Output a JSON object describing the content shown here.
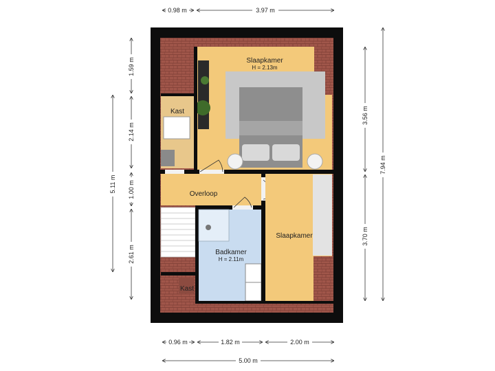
{
  "rooms": {
    "slaapkamer_top": {
      "name": "Slaapkamer",
      "height": "H = 2.13m"
    },
    "kast_top": {
      "name": "Kast"
    },
    "overloop": {
      "name": "Overloop"
    },
    "badkamer": {
      "name": "Badkamer",
      "height": "H = 2.11m"
    },
    "slaapkamer_right": {
      "name": "Slaapkamer"
    },
    "kast_bottom": {
      "name": "Kast"
    }
  },
  "dimensions": {
    "top": [
      "0.98 m",
      "3.97 m"
    ],
    "bottom": [
      "0.96 m",
      "1.82 m",
      "2.00 m"
    ],
    "bottom_total": "5.00 m",
    "left_outer": "5.11 m",
    "left_inner": [
      "1.59 m",
      "2.14 m",
      "1.00 m",
      "2.61 m"
    ],
    "right_inner": [
      "3.56 m",
      "3.70 m"
    ],
    "right_outer": "7.94 m"
  },
  "colors": {
    "wall": "#0d0d0d",
    "roof": "#a0564a",
    "bedroom_floor": "#f3c97a",
    "bathroom_floor": "#c9dcf0",
    "kast_floor": "#e8c78b",
    "rug": "#c8c8c8",
    "bed": "#8e8e8e"
  }
}
